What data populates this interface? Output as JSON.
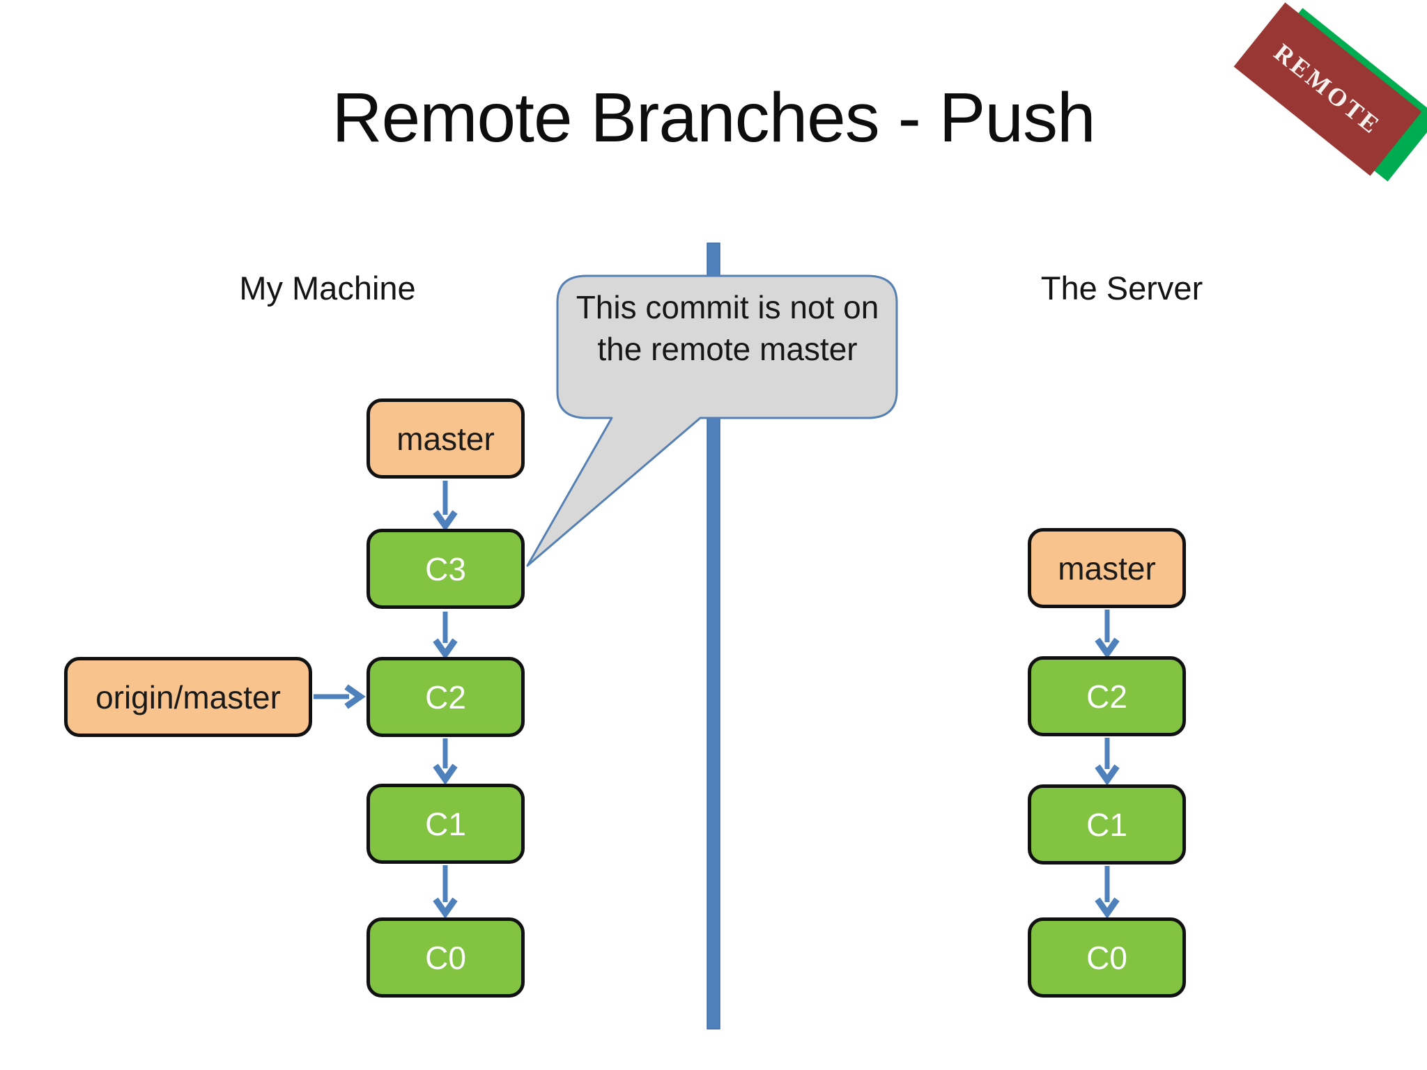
{
  "slide": {
    "title": "Remote Branches - Push",
    "badge_label": "REMOTE"
  },
  "left_panel": {
    "label": "My Machine",
    "branch_tag": "master",
    "remote_tag": "origin/master",
    "commits": [
      "C3",
      "C2",
      "C1",
      "C0"
    ]
  },
  "right_panel": {
    "label": "The Server",
    "branch_tag": "master",
    "commits": [
      "C2",
      "C1",
      "C0"
    ]
  },
  "callout": {
    "text": "This commit is not on the remote master"
  },
  "colors": {
    "commit_green": "#82C341",
    "branch_orange": "#F9C38E",
    "arrow_blue": "#4E80BC",
    "divider_blue": "#4E80BC",
    "callout_fill": "#D8D8D8",
    "callout_stroke": "#5580B3",
    "badge_red": "#993735",
    "badge_green": "#00AC50"
  }
}
